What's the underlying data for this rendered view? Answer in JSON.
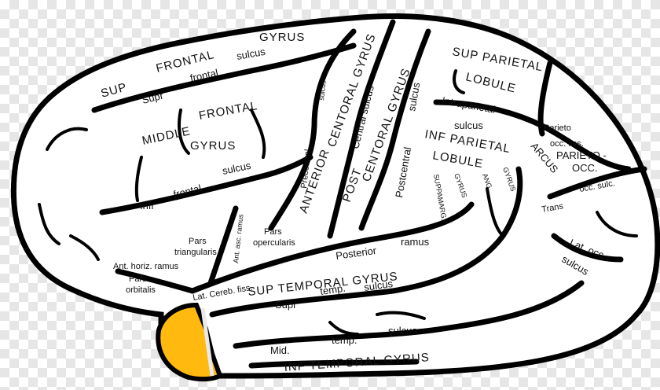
{
  "colors": {
    "outline": "#000000",
    "brain_fill": "#ffffff",
    "highlight": "#ffb90f",
    "small_label_fill": "#ffffff"
  },
  "labels": {
    "gyrus_top": "GYRUS",
    "frontal_top": "FRONTAL",
    "sup_frontal": "SUP",
    "sulcus_sup_frontal": "sulcus",
    "supr": "Supr",
    "frontal_word": "frontal",
    "middle": "MIDDLE",
    "frontal_mid": "FRONTAL",
    "gyrus_mid": "GYRUS",
    "infr": "Infr",
    "frontal_infr": "frontal",
    "sulcus_infr": "sulcus",
    "sulcus_vertical": "sulcus",
    "central_gyrus": "CENTORAL GYRUS",
    "central_sulcus": "Central sulcus",
    "precentral": "Precentral",
    "anterior": "ANTERIOR",
    "central_gyrus_2": "CENTORAL GYRUS",
    "post": "POST",
    "postcentral": "Postcentral",
    "sulcus_post": "sulcus",
    "sup_parietal": "SUP PARIETAL",
    "lobule_sup": "LOBULE",
    "intraparietal": "Intraparietal",
    "sulcus_intra": "sulcus",
    "inf_parietal": "INF PARIETAL",
    "lobule_inf": "LOBULE",
    "suppramarg": "SUPPAMARG.",
    "gyrus_supra": "GYRUS",
    "ang": "ANG.",
    "gyrus_ang": "GYRUS",
    "parieto": "Parieto",
    "occ_fiss": "occ. fiss.",
    "arcus": "ARCUS",
    "parieto_occ": "PARIETO -",
    "occ": "OCC.",
    "trans": "Trans",
    "occ_sulc": "occ. sulc.",
    "lat_occ": "Lat. occ.",
    "sulcus_lat_occ": "sulcus",
    "pars_triangularis_1": "Pars",
    "pars_triangularis_2": "triangularis",
    "ant_asc_ramus": "Ant. asc. ramus",
    "pars_opercularis_1": "Pars",
    "pars_opercularis_2": "opercularis",
    "ant_horiz_ramus": "Ant. horiz. ramus",
    "pars_orbitalis_1": "Pars",
    "pars_orbitalis_2": "orbitalis",
    "posterior": "Posterior",
    "ramus": "ramus",
    "lat_cereb_fiss": "Lat. Cereb. fiss.",
    "sup_temporal_gyrus": "SUP TEMPORAL GYRUS",
    "supr_temp": "Supr",
    "temp": "temp.",
    "sulcus_temp": "sulcus",
    "mid": "Mid.",
    "temp_mid": "temp.",
    "sulcus_mid": "sulcus",
    "inf_temporal_gyrus": "INF TEMPORAL GYRUS"
  }
}
